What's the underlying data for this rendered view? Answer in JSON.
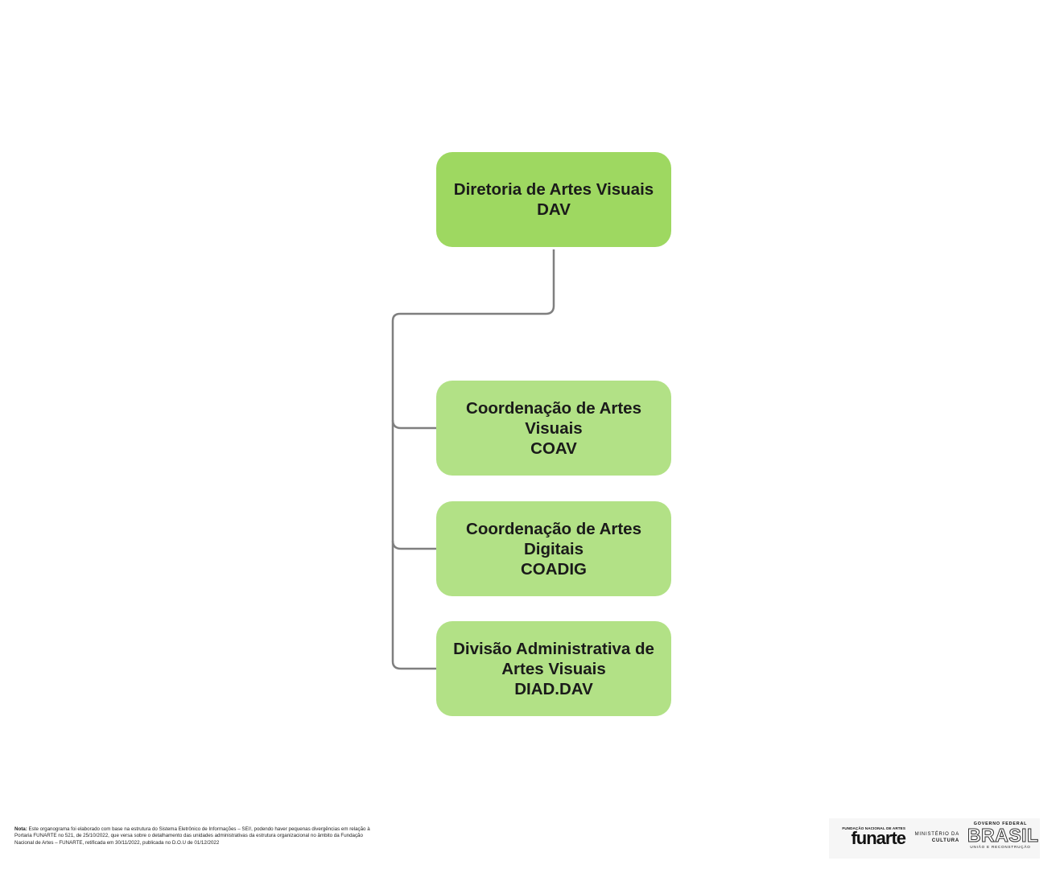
{
  "colors": {
    "root_fill": "#9ed861",
    "child_fill": "#b2e186",
    "connector": "#7f7f7f",
    "text": "#1a1a1a"
  },
  "org": {
    "root": {
      "name": "Diretoria de Artes Visuais",
      "code": "DAV"
    },
    "children": [
      {
        "name_line1": "Coordenação de Artes",
        "name_line2": "Visuais",
        "code": "COAV"
      },
      {
        "name_line1": "Coordenação de Artes",
        "name_line2": "Digitais",
        "code": "COADIG"
      },
      {
        "name_line1": "Divisão Administrativa de",
        "name_line2": "Artes Visuais",
        "code": "DIAD.DAV"
      }
    ]
  },
  "footnote": {
    "label": "Nota:",
    "text": "Este organograma foi elaborado com base na estrutura do Sistema Eletrônico de Informações – SEI!, podendo haver pequenas divergências em relação à Portaria FUNARTE no 521, de 25/10/2022, que versa sobre o detalhamento das unidades administrativas da estrutura organizacional no âmbito da Fundação Nacional de Artes – FUNARTE, retificada em 30/11/2022, publicada no D.O.U de 01/12/2022"
  },
  "logos": {
    "funarte_small": "FUNDAÇÃO NACIONAL DE ARTES",
    "funarte_big": "funarte",
    "ministerio_line1": "MINISTÉRIO DA",
    "ministerio_line2": "CULTURA",
    "gov_top": "GOVERNO FEDERAL",
    "gov_brasil": "BRASIL",
    "gov_bottom": "UNIÃO E RECONSTRUÇÃO"
  }
}
